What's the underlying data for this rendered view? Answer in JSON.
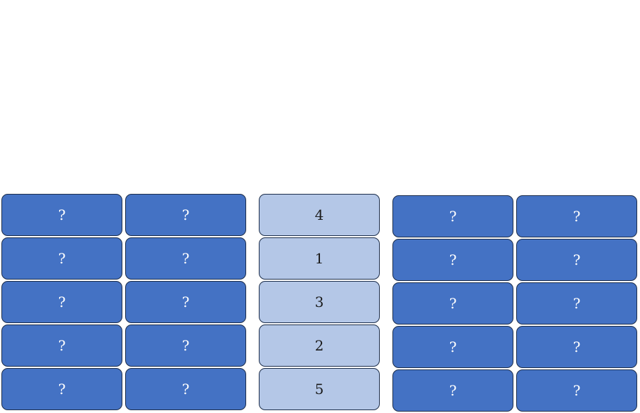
{
  "colors": {
    "hidden_tile": "#4472c4",
    "revealed_tile": "#b4c7e7",
    "tile_border": "#1c2d4a",
    "background": "#ffffff"
  },
  "left_grid": {
    "tiles": [
      "?",
      "?",
      "?",
      "?",
      "?",
      "?",
      "?",
      "?",
      "?",
      "?"
    ]
  },
  "center_column": {
    "tiles": [
      "4",
      "1",
      "3",
      "2",
      "5"
    ]
  },
  "right_grid": {
    "tiles": [
      "?",
      "?",
      "?",
      "?",
      "?",
      "?",
      "?",
      "?",
      "?",
      "?"
    ]
  }
}
